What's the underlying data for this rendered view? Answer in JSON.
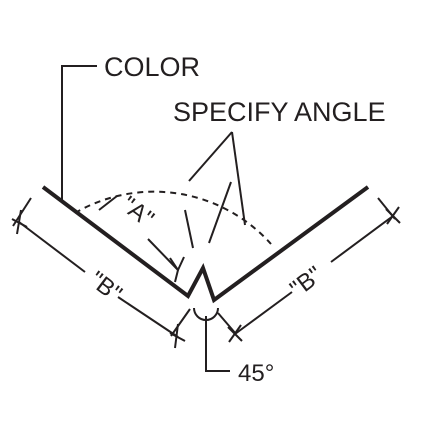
{
  "labels": {
    "color": "COLOR",
    "specify_angle": "SPECIFY ANGLE",
    "dim_a": "\"A\"",
    "dim_b_left": "\"B\"",
    "dim_b_right": "\"B\"",
    "hem_angle": "45°"
  },
  "colors": {
    "line": "#231f20",
    "background": "#ffffff"
  }
}
